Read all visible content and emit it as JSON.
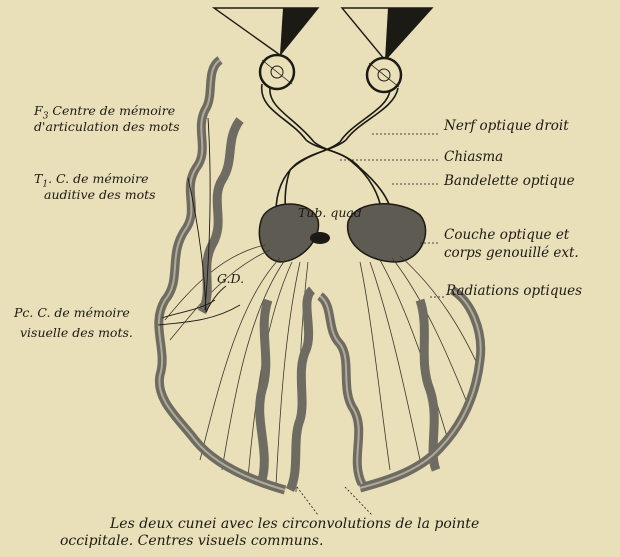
{
  "labels": {
    "f3_code": "F",
    "f3_sub": "3",
    "f3_text": "Centre de mémoire",
    "f3_line2": "d'articulation des mots",
    "t1_code": "T",
    "t1_sub": "1",
    "t1_text": ". C. de mémoire",
    "t1_line2": "auditive des mots",
    "gd": "G.D.",
    "pc_text": "Pc. C. de mémoire",
    "pc_line2": "visuelle des mots.",
    "tub_quad": "Tub. quad",
    "nerf_optique": "Nerf optique droit",
    "chiasma": "Chiasma",
    "bandelette": "Bandelette optique",
    "couche_line1": "Couche optique et",
    "couche_line2": "corps genouillé ext.",
    "radiations": "Radiations optiques"
  },
  "caption": {
    "line1": "Les deux cunei avec les circonvolutions de la pointe",
    "line2": "occipitale. Centres visuels communs."
  },
  "colors": {
    "paper": "#e9dfb8",
    "ink": "#1c1a14",
    "cortex": "#6e6b62"
  }
}
